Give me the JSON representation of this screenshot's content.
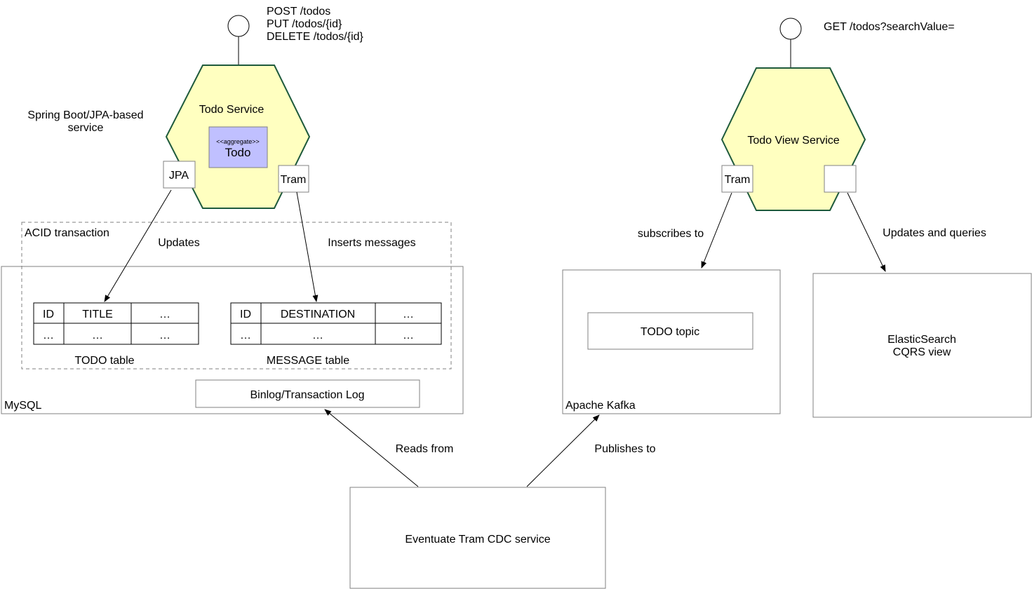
{
  "todo_service": {
    "endpoints": [
      "POST /todos",
      "PUT /todos/{id}",
      "DELETE /todos/{id}"
    ],
    "title": "Todo Service",
    "description_lines": [
      "Spring Boot/JPA-based",
      "service"
    ],
    "aggregate_stereotype": "<<aggregate>>",
    "aggregate_name": "Todo",
    "port_jpa": "JPA",
    "port_tram": "Tram"
  },
  "todo_view_service": {
    "endpoint": "GET /todos?searchValue=",
    "title": "Todo View Service",
    "port_tram": "Tram",
    "port_blank": ""
  },
  "mysql": {
    "label": "MySQL",
    "acid_label": "ACID transaction",
    "updates_label": "Updates",
    "inserts_label": "Inserts messages",
    "todo_table": {
      "caption": "TODO table",
      "headers": [
        "ID",
        "TITLE",
        "…"
      ],
      "row": [
        "…",
        "…",
        "…"
      ]
    },
    "message_table": {
      "caption": "MESSAGE table",
      "headers": [
        "ID",
        "DESTINATION",
        "…"
      ],
      "row": [
        "…",
        "…",
        "…"
      ]
    },
    "binlog_label": "Binlog/Transaction Log"
  },
  "kafka": {
    "label": "Apache Kafka",
    "topic_label": "TODO topic",
    "subscribes_label": "subscribes to"
  },
  "elastic": {
    "lines": [
      "ElasticSearch",
      "CQRS view"
    ],
    "updates_queries_label": "Updates and queries"
  },
  "cdc": {
    "label": "Eventuate Tram CDC service",
    "reads_label": "Reads from",
    "publishes_label": "Publishes to"
  },
  "colors": {
    "hexagon_fill": "#ffffc0",
    "hexagon_stroke": "#1e5a3c",
    "aggregate_fill": "#c0c0ff",
    "box_stroke": "#808080",
    "dashed_stroke": "#808080",
    "line": "#000000"
  }
}
